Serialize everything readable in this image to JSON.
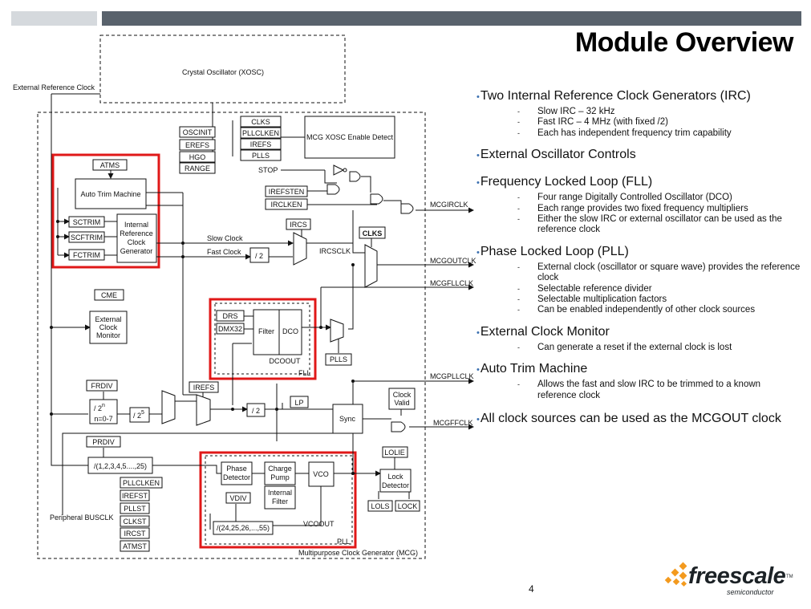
{
  "slide": {
    "title": "Module Overview",
    "page_number": "4"
  },
  "bullets": [
    {
      "heading": "Two Internal Reference Clock Generators (IRC)",
      "items": [
        "Slow IRC – 32 kHz",
        "Fast IRC – 4 MHz (with fixed /2)",
        "Each has independent frequency trim capability"
      ]
    },
    {
      "heading": "External Oscillator Controls",
      "items": []
    },
    {
      "heading": "Frequency Locked Loop (FLL)",
      "items": [
        "Four range Digitally Controlled Oscillator (DCO)",
        "Each range provides two fixed frequency multipliers",
        "Either the slow IRC or external oscillator can be used as the reference clock"
      ]
    },
    {
      "heading": "Phase Locked Loop (PLL)",
      "items": [
        "External clock (oscillator or square wave) provides the reference clock",
        "Selectable reference divider",
        "Selectable multiplication factors",
        "Can be enabled independently of other clock sources"
      ]
    },
    {
      "heading": "External Clock Monitor",
      "items": [
        "Can generate a reset if the external clock is lost"
      ]
    },
    {
      "heading": "Auto Trim Machine",
      "items": [
        "Allows the fast and slow IRC to be trimmed to a known reference clock"
      ]
    },
    {
      "heading": "All clock sources can be used as the MCGOUT clock",
      "items": []
    }
  ],
  "logo": {
    "word": "freescale",
    "tm": "TM",
    "sub": "semiconductor"
  },
  "diagram": {
    "xosc": "Crystal Oscillator (XOSC)",
    "ext_ref_clock": "External Reference Clock",
    "oscinit": "OSCINIT",
    "erefs": "EREFS",
    "hgo": "HGO",
    "range": "RANGE",
    "clks_in": "CLKS",
    "pllclken_in": "PLLCLKEN",
    "irefs_in": "IREFS",
    "plls_in": "PLLS",
    "xosc_enable": "MCG XOSC Enable Detect",
    "stop": "STOP",
    "irefsten": "IREFSTEN",
    "irclken": "IRCLKEN",
    "mcgirclk": "MCGIRCLK",
    "atms": "ATMS",
    "auto_trim": "Auto Trim Machine",
    "sctrim": "SCTRIM",
    "scftrim": "SCFTRIM",
    "fctrim": "FCTRIM",
    "irc_gen": [
      "Internal",
      "Reference",
      "Clock",
      "Generator"
    ],
    "slow_clock": "Slow Clock",
    "fast_clock": "Fast Clock",
    "div2_fast": "/ 2",
    "ircs": "IRCS",
    "ircsclk": "IRCSCLK",
    "clks_mux": "CLKS",
    "mcgoutclk": "MCGOUTCLK",
    "mcgfllclk": "MCGFLLCLK",
    "cme": "CME",
    "ext_clock_monitor": [
      "External",
      "Clock",
      "Monitor"
    ],
    "drs": "DRS",
    "dmx32": "DMX32",
    "filter": "Filter",
    "dco": "DCO",
    "dcoout": "DCOOUT",
    "fll": "FLL",
    "plls_mux": "PLLS",
    "mcgpllclk": "MCGPLLCLK",
    "frdiv": "FRDIV",
    "div2n_base": "/ 2",
    "div2n_exp": "n",
    "n_range": "n=0-7",
    "div2_5_base": "/ 2",
    "div2_5_exp": "5",
    "irefs_mux": "IREFS",
    "div2_mid": "/ 2",
    "lp": "LP",
    "sync": "Sync",
    "clock_valid": [
      "Clock",
      "Valid"
    ],
    "mcgffclk": "MCGFFCLK",
    "prdiv": "PRDIV",
    "prdiv_div": "/(1,2,3,4,5....,25)",
    "phase_detector": [
      "Phase",
      "Detector"
    ],
    "charge_pump": [
      "Charge",
      "Pump"
    ],
    "internal_filter": [
      "Internal",
      "Filter"
    ],
    "vco": "VCO",
    "vdiv": "VDIV",
    "vdiv_div": "/(24,25,26,...,55)",
    "vcoout": "VCOOUT",
    "pll": "PLL",
    "lolie": "LOLIE",
    "lock_detector": [
      "Lock",
      "Detector"
    ],
    "lols": "LOLS",
    "lock": "LOCK",
    "peripheral_busclk": "Peripheral BUSCLK",
    "status_regs": [
      "PLLCLKEN",
      "IREFST",
      "PLLST",
      "CLKST",
      "IRCST",
      "ATMST"
    ],
    "mcg_label": "Multipurpose Clock Generator (MCG)"
  },
  "colors": {
    "highlight": "#e01818",
    "bar_dark": "#59626c",
    "bar_light": "#d5d9dd",
    "bullet": "#3a6fb0",
    "logo_orange": "#f39a1e"
  }
}
